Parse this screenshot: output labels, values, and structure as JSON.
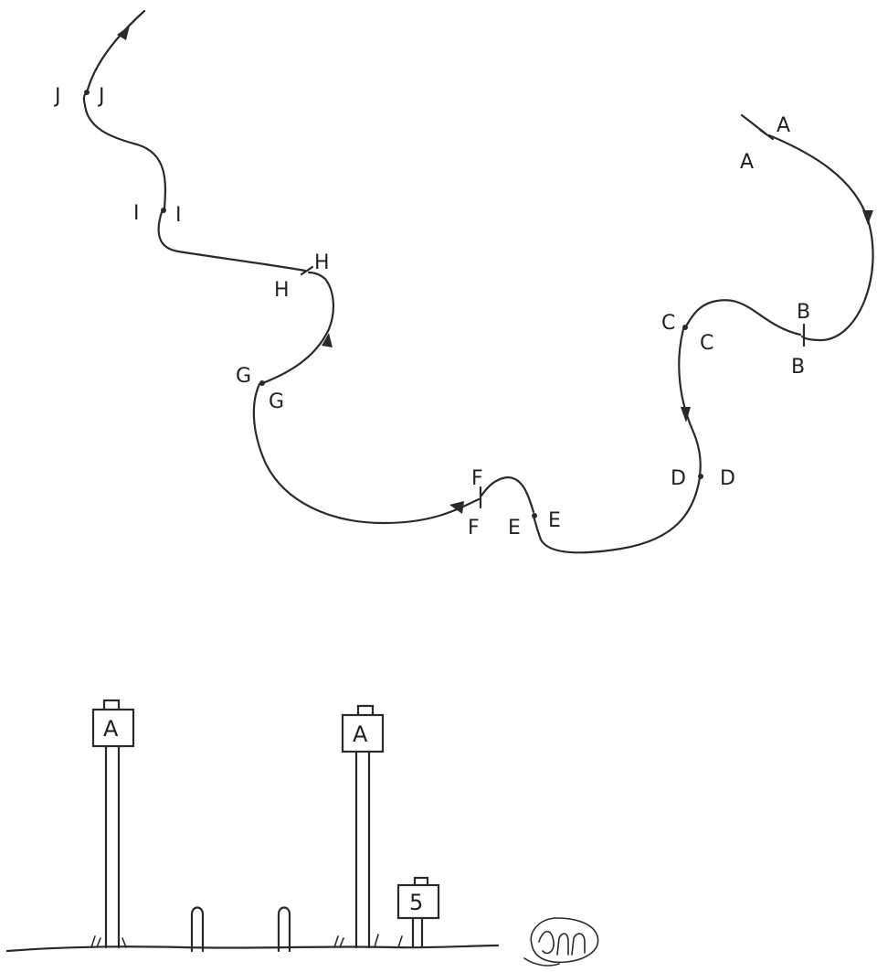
{
  "course": {
    "control_labels": [
      "A",
      "B",
      "C",
      "D",
      "E",
      "F",
      "G",
      "H",
      "I",
      "J"
    ]
  },
  "legend": {
    "tall_marker_label": "A",
    "short_marker_label": "5"
  }
}
